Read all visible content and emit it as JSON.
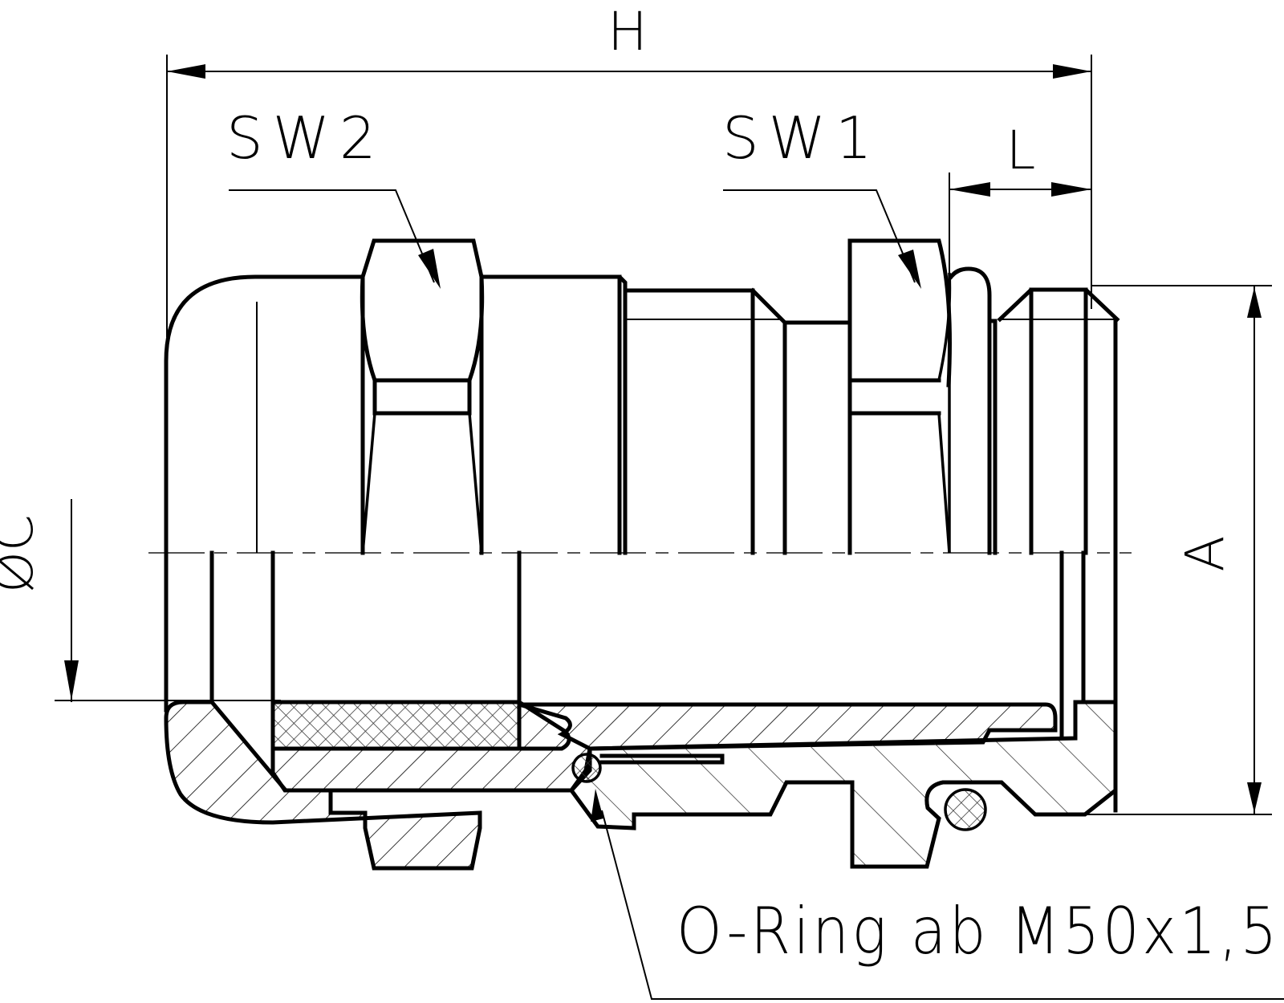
{
  "drawing": {
    "type": "cable-gland-section-drawing",
    "line_color": "#000000",
    "background": "#ffffff",
    "centerline_color": "#555555"
  },
  "dimensions": {
    "overall_length": {
      "label": "H"
    },
    "thread_length": {
      "label": "L"
    },
    "thread_diameter": {
      "label": "A"
    },
    "cable_diameter": {
      "label": "ØC",
      "symbol": "Ø",
      "letter": "C"
    }
  },
  "callouts": {
    "wrench_size_dome": {
      "label": "SW2"
    },
    "wrench_size_body": {
      "label": "SW1"
    },
    "oring_note": {
      "label": "O-Ring ab M50x1,5"
    }
  },
  "sections": {
    "seal_insert": {
      "pattern": "crosshatch"
    },
    "dome_nut": {
      "pattern": "hatch"
    },
    "body": {
      "pattern": "hatch"
    },
    "o_rings": {
      "pattern": "crosshatch",
      "count": 2
    }
  }
}
